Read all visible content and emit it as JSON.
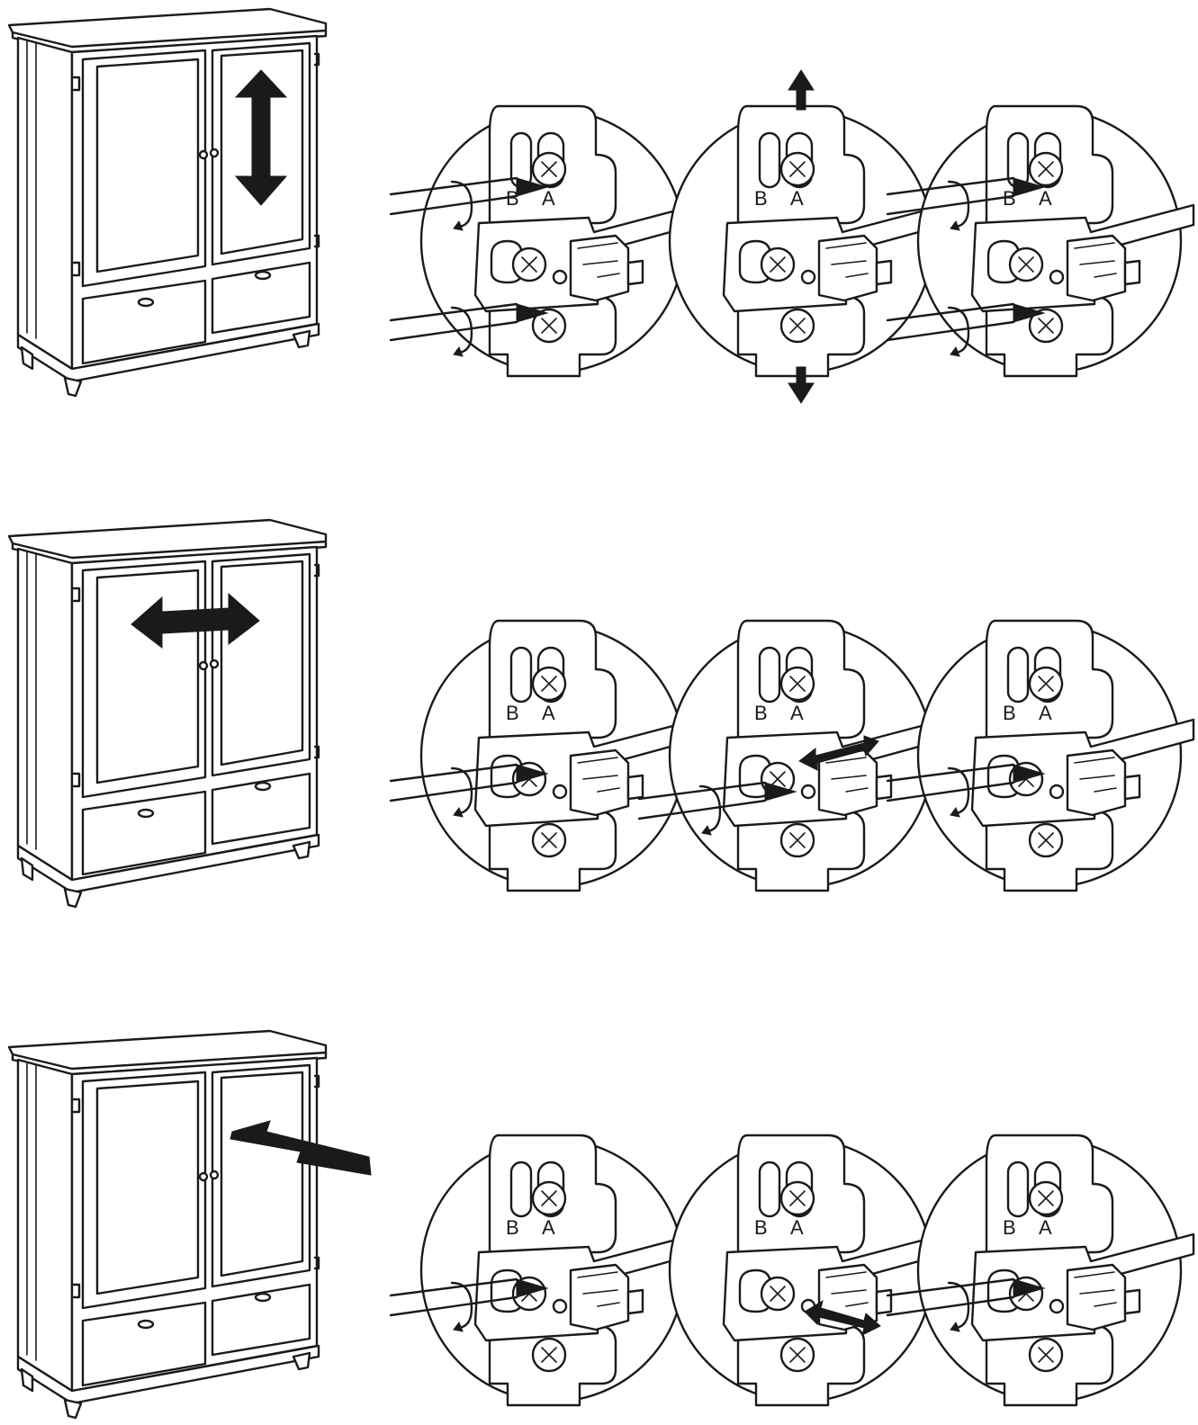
{
  "rows": [
    {
      "id": "vertical",
      "arrow": "vertical-double-arrow-icon",
      "detail_arrows": [
        "vertical-up-arrow-icon",
        "vertical-down-arrow-icon"
      ]
    },
    {
      "id": "horizontal",
      "arrow": "horizontal-double-arrow-icon",
      "detail_arrows": [
        "horizontal-double-arrow-icon"
      ]
    },
    {
      "id": "depth",
      "arrow": "depth-arrow-icon",
      "detail_arrows": [
        "diagonal-double-arrow-icon"
      ]
    }
  ],
  "hinge_labels": {
    "left": "B",
    "right": "A"
  },
  "colors": {
    "ink": "#1a1a1a",
    "paper": "#ffffff"
  }
}
